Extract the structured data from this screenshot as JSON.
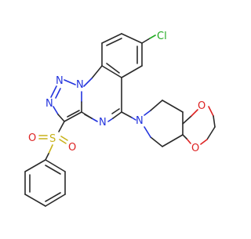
{
  "molecule": {
    "atom_labels": {
      "chlorine": "Cl",
      "triazole_n1": "N",
      "triazole_n2": "N",
      "pyrimidine_n": "N",
      "piperidine_n": "N",
      "dioxolane_o_top": "O",
      "dioxolane_o_bottom": "O",
      "sulfonyl_o_left": "O",
      "sulfonyl_o_right": "O",
      "sulfur": "S"
    },
    "colors": {
      "bond": "#2a2a2a",
      "nitrogen": "#2233dd",
      "oxygen": "#dd2222",
      "sulfur": "#c8b21a",
      "chlorine": "#22aa22"
    }
  }
}
